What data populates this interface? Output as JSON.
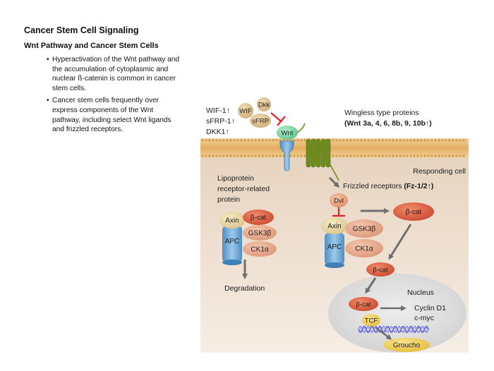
{
  "slide": {
    "title": "Cancer Stem Cell Signaling",
    "subtitle": "Wnt Pathway and Cancer Stem Cells",
    "bullets": [
      "Hyperactivation of the Wnt pathway and the accumulation of cytoplasmic and nuclear ß-catenin is common in cancer stem cells.",
      "Cancer stem cells frequently over express components of the Wnt pathway, including select Wnt ligands and frizzled receptors."
    ]
  },
  "diagram": {
    "inhibitor_labels": [
      "WIF-1↑",
      "sFRP-1↑",
      "DKK1↑"
    ],
    "inhibitors": {
      "wif": "WIF",
      "dkk": "Dkk",
      "sfrp": "sFRP"
    },
    "ligand": "Wnt",
    "wingless_title": "Wingless type proteins",
    "wingless_list": "(Wnt 3a, 4, 6, 8b, 9, 10b↑)",
    "responding_cell": "Responding cell",
    "lrp_label": [
      "Lipoprotein",
      "receptor-related",
      "protein"
    ],
    "frizzled_label": "Frizzled receptors ",
    "frizzled_bold": "(Fz-1/2↑)",
    "complex": {
      "axin": "Axin",
      "bcat": "β-cat",
      "gsk": "GSK3β",
      "apc": "APC",
      "ck1": "CK1α"
    },
    "dvl": "Dvl",
    "degradation": "Degradation",
    "nucleus": "Nucleus",
    "tcf": "TCF",
    "groucho": "Groucho",
    "targets": [
      "Cyclin D1",
      "c-myc"
    ],
    "colors": {
      "membrane": "#e7b872",
      "cytoplasm": "#f0e2d3",
      "nucleus": "#dcdcdc",
      "bcat": "#d9573a",
      "gsk_ck1": "#e7a98c",
      "axin": "#e9d9a8",
      "apc": "#6ea6d3",
      "receptor": "#6e8d1e",
      "wnt": "#7fd6a4",
      "inhibitor": "#dcc090",
      "inhibit_line": "#e0212b",
      "arrow": "#6f6f6f"
    }
  }
}
